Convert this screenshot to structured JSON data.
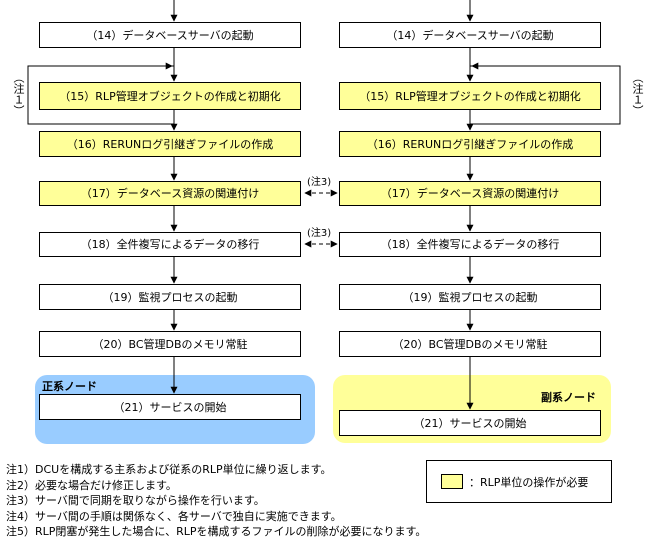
{
  "left_column": {
    "steps": [
      {
        "label": "（14）データベースサーバの起動",
        "rlp": false
      },
      {
        "label": "（15）RLP管理オブジェクトの作成と初期化",
        "rlp": true
      },
      {
        "label": "（16）RERUNログ引継ぎファイルの作成",
        "rlp": true
      },
      {
        "label": "（17）データベース資源の関連付け",
        "rlp": true
      },
      {
        "label": "（18）全件複写によるデータの移行",
        "rlp": false
      },
      {
        "label": "（19）監視プロセスの起動",
        "rlp": false
      },
      {
        "label": "（20）BC管理DBのメモリ常駐",
        "rlp": false
      },
      {
        "label": "（21）サービスの開始",
        "rlp": false
      }
    ],
    "node_label": "正系ノード",
    "loop_note": "（注１）"
  },
  "right_column": {
    "steps": [
      {
        "label": "（14）データベースサーバの起動",
        "rlp": false
      },
      {
        "label": "（15）RLP管理オブジェクトの作成と初期化",
        "rlp": true
      },
      {
        "label": "（16）RERUNログ引継ぎファイルの作成",
        "rlp": true
      },
      {
        "label": "（17）データベース資源の関連付け",
        "rlp": true
      },
      {
        "label": "（18）全件複写によるデータの移行",
        "rlp": false
      },
      {
        "label": "（19）監視プロセスの起動",
        "rlp": false
      },
      {
        "label": "（20）BC管理DBのメモリ常駐",
        "rlp": false
      },
      {
        "label": "（21）サービスの開始",
        "rlp": false
      }
    ],
    "node_label": "副系ノード",
    "loop_note": "（注１）"
  },
  "connectors": {
    "sync_note_17": "(注3)",
    "sync_note_18": "(注3)"
  },
  "legend": {
    "label": "：RLP単位の操作が必要",
    "swatch_color": "#ffff99"
  },
  "colors": {
    "rlp_fill": "#ffff99",
    "primary_zone": "#99ccff",
    "secondary_zone": "#ffff99"
  },
  "notes": [
    "注1）DCUを構成する主系および従系のRLP単位に繰り返します。",
    "注2）必要な場合だけ修正します。",
    "注3）サーバ間で同期を取りながら操作を行います。",
    "注4）サーバ間の手順は関係なく、各サーバで独自に実施できます。",
    "注5）RLP閉塞が発生した場合に、RLPを構成するファイルの削除が必要になります。"
  ]
}
